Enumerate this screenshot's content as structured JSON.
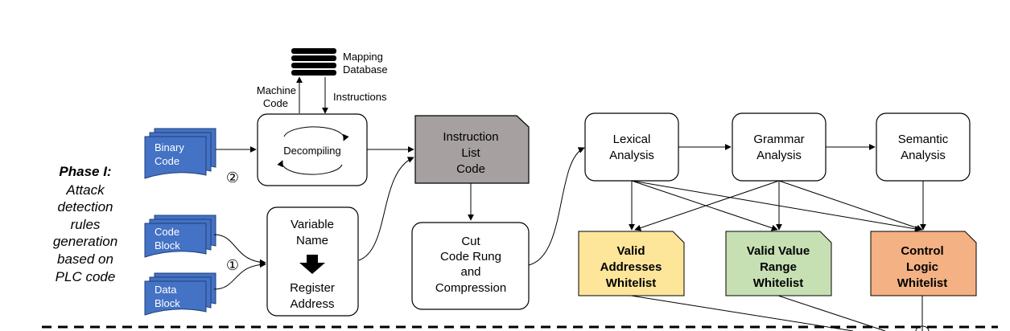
{
  "phase": {
    "title": "Phase I:",
    "lines": [
      "Attack",
      "detection",
      "rules",
      "generation",
      "based on",
      "PLC code"
    ]
  },
  "mapping_database": {
    "line1": "Mapping",
    "line2": "Database"
  },
  "machine_code": {
    "line1": "Machine",
    "line2": "Code"
  },
  "instructions": "Instructions",
  "decompiling": "Decompiling",
  "binary_code": {
    "line1": "Binary",
    "line2": "Code"
  },
  "code_block": {
    "line1": "Code",
    "line2": "Block"
  },
  "data_block": {
    "line1": "Data",
    "line2": "Block"
  },
  "markers": {
    "two": "②",
    "one": "①"
  },
  "variable_box": {
    "line1": "Variable",
    "line2": "Name",
    "line3": "Register",
    "line4": "Address"
  },
  "instruction_list": {
    "line1": "Instruction",
    "line2": "List",
    "line3": "Code"
  },
  "cut_box": {
    "line1": "Cut",
    "line2": "Code Rung",
    "line3": "and",
    "line4": "Compression"
  },
  "lexical": {
    "line1": "Lexical",
    "line2": "Analysis"
  },
  "grammar": {
    "line1": "Grammar",
    "line2": "Analysis"
  },
  "semantic": {
    "line1": "Semantic",
    "line2": "Analysis"
  },
  "valid_addresses": {
    "line1": "Valid",
    "line2": "Addresses",
    "line3": "Whitelist",
    "color": "#fde59a"
  },
  "valid_value": {
    "line1": "Valid Value",
    "line2": "Range",
    "line3": "Whitelist",
    "color": "#c6e0b4"
  },
  "control_logic": {
    "line1": "Control",
    "line2": "Logic",
    "line3": "Whitelist",
    "color": "#f4b183"
  },
  "colors": {
    "doc_blue": "#4472c4",
    "instruction_gray": "#a6a0a0"
  }
}
